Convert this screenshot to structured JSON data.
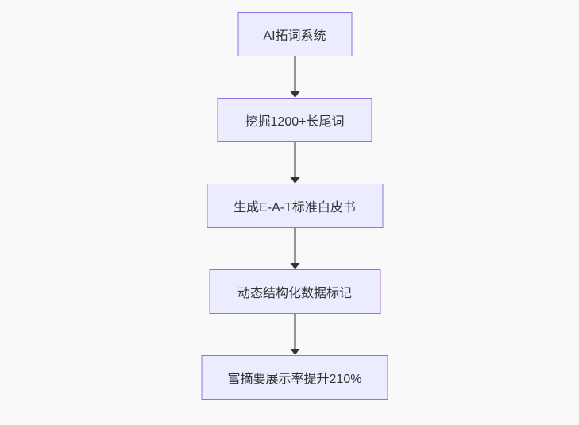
{
  "colors": {
    "background": "#f9f9f9",
    "node_fill": "#ECECFF",
    "node_border": "#9370DB",
    "node_text": "#333333",
    "arrow": "#333333"
  },
  "flowchart": {
    "type": "flowchart",
    "direction": "top-down",
    "nodes": [
      {
        "label": "AI拓词系统"
      },
      {
        "label": "挖掘1200+长尾词"
      },
      {
        "label": "生成E-A-T标准白皮书"
      },
      {
        "label": "动态结构化数据标记"
      },
      {
        "label": "富摘要展示率提升210%"
      }
    ],
    "edges": [
      {
        "from": 0,
        "to": 1
      },
      {
        "from": 1,
        "to": 2
      },
      {
        "from": 2,
        "to": 3
      },
      {
        "from": 3,
        "to": 4
      }
    ]
  }
}
